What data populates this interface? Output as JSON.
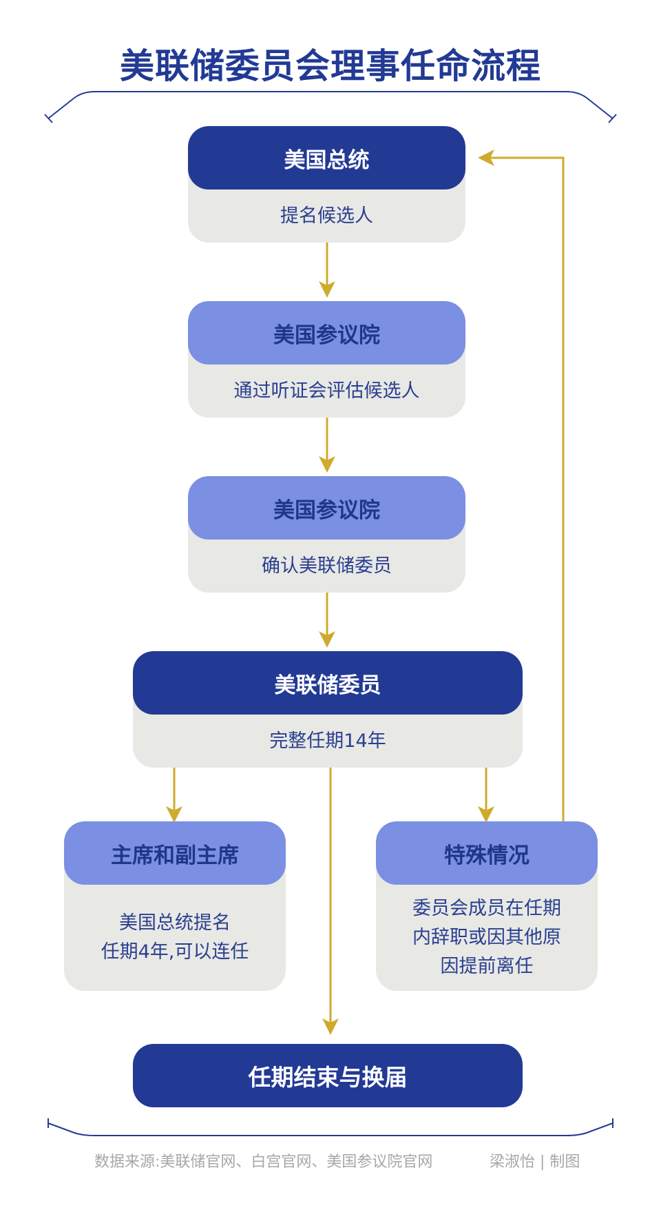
{
  "title": "美联储委员会理事任命流程",
  "colors": {
    "dark_blue": "#223a94",
    "light_blue": "#7b8fe3",
    "box_gray": "#e8e8e5",
    "arrow_gold": "#cfaa2c",
    "footer_gray": "#a7a7a7"
  },
  "steps": [
    {
      "header": "美国总统",
      "body": "提名候选人"
    },
    {
      "header": "美国参议院",
      "body": "通过听证会评估候选人"
    },
    {
      "header": "美国参议院",
      "body": "确认美联储委员"
    },
    {
      "header": "美联储委员",
      "body": "完整任期14年"
    }
  ],
  "branches": {
    "chair": {
      "header": "主席和副主席",
      "lines": [
        "美国总统提名",
        "任期4年,可以连任"
      ]
    },
    "special": {
      "header": "特殊情况",
      "lines": [
        "委员会成员在任期",
        "内辞职或因其他原",
        "因提前离任"
      ]
    }
  },
  "end": {
    "label": "任期结束与换届"
  },
  "footer": {
    "source": "数据来源:美联储官网、白宫官网、美国参议院官网",
    "credit": "梁淑怡 | 制图"
  }
}
